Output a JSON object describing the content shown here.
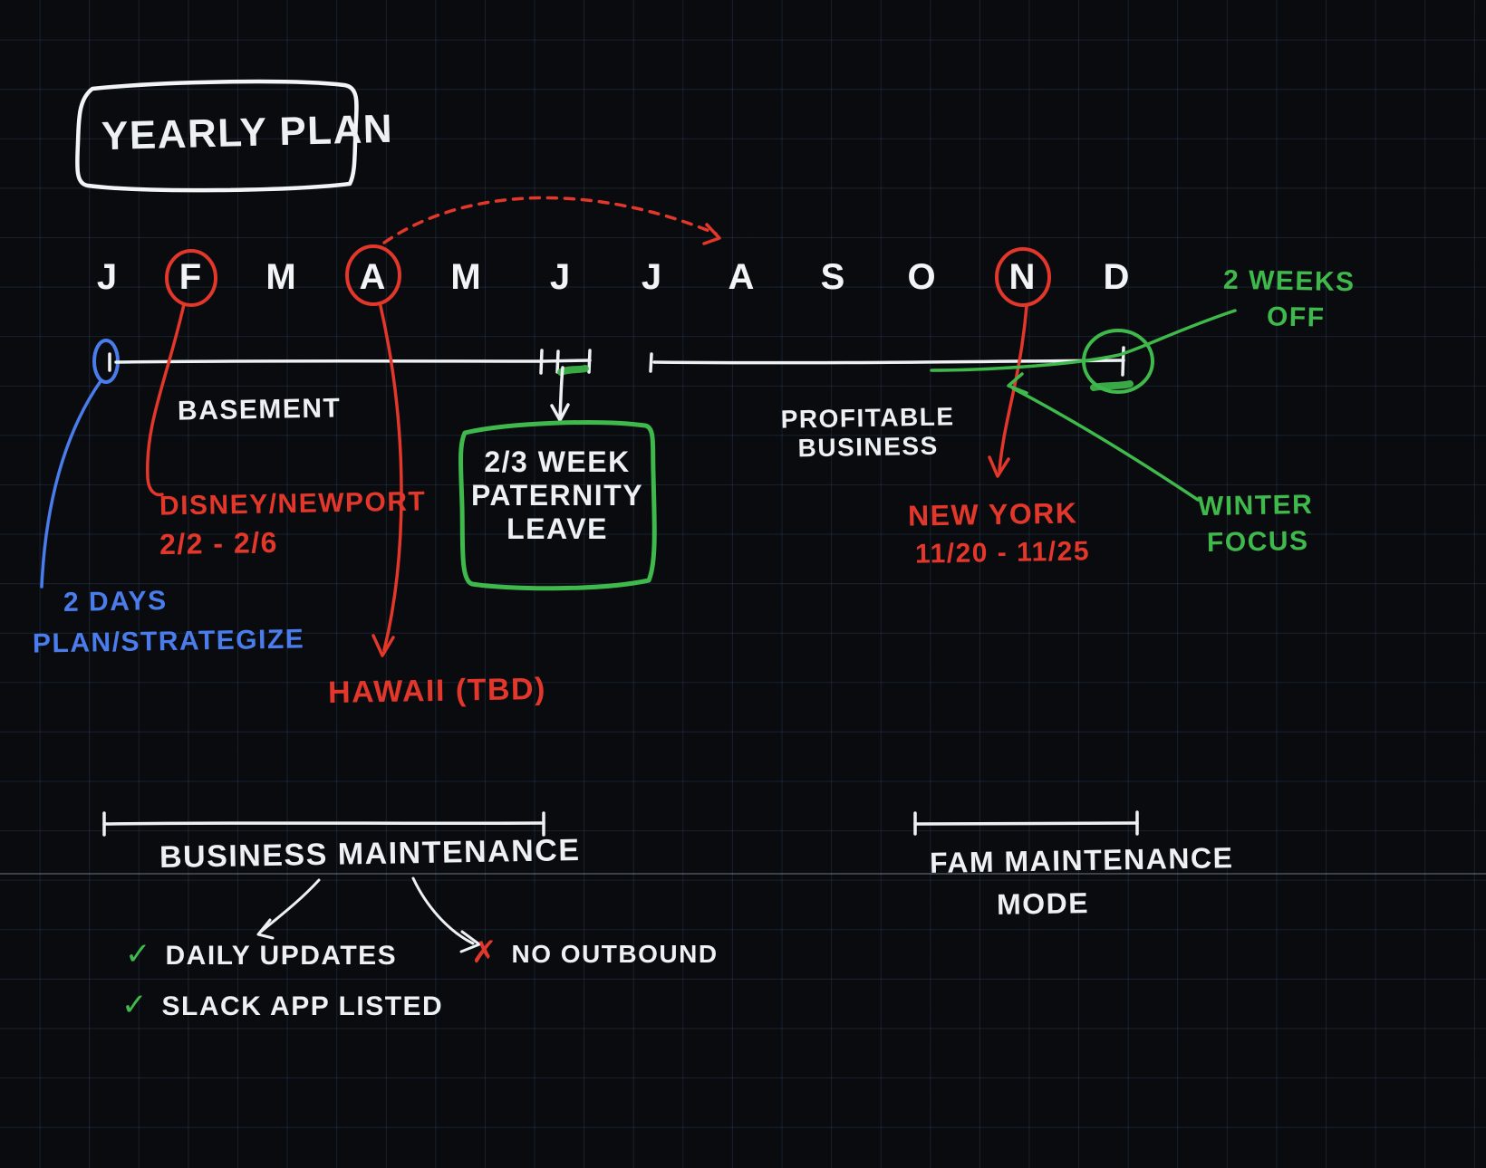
{
  "title": "YEARLY PLAN",
  "months": [
    "J",
    "F",
    "M",
    "A",
    "M",
    "J",
    "J",
    "A",
    "S",
    "O",
    "N",
    "D"
  ],
  "timeline": {
    "basement": "BASEMENT",
    "profitable_1": "PROFITABLE",
    "profitable_2": "BUSINESS"
  },
  "annotations": {
    "disney": "DISNEY/NEWPORT",
    "disney_dates": "2/2 - 2/6",
    "two_days_1": "2 DAYS",
    "two_days_2": "PLAN/STRATEGIZE",
    "paternity_1": "2/3 WEEK",
    "paternity_2": "PATERNITY",
    "paternity_3": "LEAVE",
    "new_york": "NEW YORK",
    "new_york_dates": "11/20 - 11/25",
    "two_weeks_1": "2 WEEKS",
    "two_weeks_2": "OFF",
    "winter_1": "WINTER",
    "winter_2": "FOCUS",
    "hawaii": "HAWAII (TBD)"
  },
  "bottom": {
    "business_maintenance": "BUSINESS MAINTENANCE",
    "daily_updates": "DAILY UPDATES",
    "no_outbound": "NO OUTBOUND",
    "slack_app_listed": "SLACK APP LISTED",
    "fam_1": "FAM MAINTENANCE",
    "fam_2": "MODE",
    "check_glyph": "✓",
    "x_glyph": "✗"
  },
  "colors": {
    "ink": "#eef1f4",
    "red": "#e2372a",
    "green": "#3fb94b",
    "blue": "#4a7cec",
    "background": "#090b0e"
  }
}
